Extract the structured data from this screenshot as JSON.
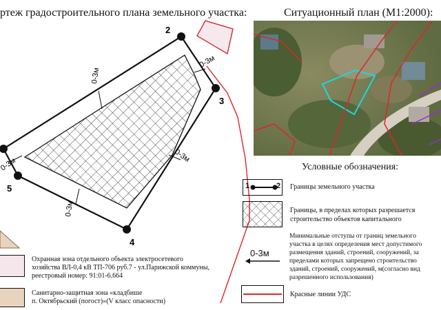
{
  "titles": {
    "drawing": "ртеж градостроительного плана земельного участка:",
    "situation": "Ситуационный план (М1:2000):"
  },
  "drawing": {
    "points": [
      "2",
      "3",
      "4",
      "5"
    ],
    "setbacks": [
      "0-3м",
      "0-3м",
      "0-3м",
      "0-3м",
      "0-3м"
    ]
  },
  "legend": {
    "title": "Условные обозначения:",
    "boundary": {
      "marker_from": "1",
      "marker_to": "2",
      "text": "Границы земельного участка"
    },
    "buildable": {
      "line1": "Границы, в пределах которых разрешается",
      "line2": "строительство объектов капитального"
    },
    "setback": {
      "label": "0-3м",
      "line1": "Минимальные отступы от границ земельного",
      "line2": "участка в целях определения мест допустимого",
      "line3": "размещения зданий, строений, сооружений, за",
      "line4": "пределами которых запрещено строительство",
      "line5": "зданий, строений, сооружений, м(согласно вид",
      "line6": "разрешенного использования)"
    },
    "red_lines": {
      "text": "Красные линии УДС"
    },
    "power_zone": {
      "line1": "Охранная зона отдельного объекта электросетевого",
      "line2": "хозяйства ВЛ-0,4 кВ ТП-706 руб.7 - ул.Парижской коммуны,",
      "line3": "реестровый номер: 91:01-6.664"
    },
    "sanitary_zone": {
      "line1": "Санитарно-защитная зона «кладбише",
      "line2": "п. Октябрьский (погост)»(V класс опасности)"
    }
  },
  "colors": {
    "red_line": "#e0242b",
    "power_zone_fill": "#f4e6ea",
    "sanitary_fill": "#e8d4be",
    "parcel_cyan": "#19d8e0"
  }
}
